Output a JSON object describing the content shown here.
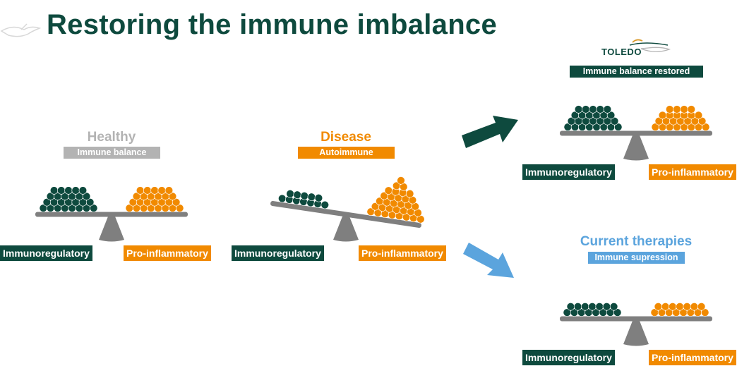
{
  "slide": {
    "title": "Restoring the immune imbalance",
    "logo_text": "TOLEDO"
  },
  "colors": {
    "dark_green": "#0e4a3e",
    "orange": "#f18a00",
    "gray": "#b3b3b3",
    "blue": "#5ba4dd",
    "scale_gray": "#7f7f7f"
  },
  "panels": {
    "healthy": {
      "title": "Healthy",
      "subtitle": "Immune balance",
      "left_label": "Immunoregulatory",
      "right_label": "Pro-inflammatory"
    },
    "disease": {
      "title": "Disease",
      "subtitle": "Autoimmune",
      "left_label": "Immunoregulatory",
      "right_label": "Pro-inflammatory"
    },
    "restored": {
      "subtitle": "Immune balance restored",
      "left_label": "Immunoregulatory",
      "right_label": "Pro-inflammatory"
    },
    "current": {
      "title": "Current therapies",
      "subtitle": "Immune supression",
      "left_label": "Immunoregulatory",
      "right_label": "Pro-inflammatory"
    }
  },
  "icons": {
    "logo": "toledo-logo-icon",
    "decoration": "bird-outline-icon",
    "arrow_up": "dark-green-arrow-icon",
    "arrow_down": "blue-arrow-icon"
  }
}
